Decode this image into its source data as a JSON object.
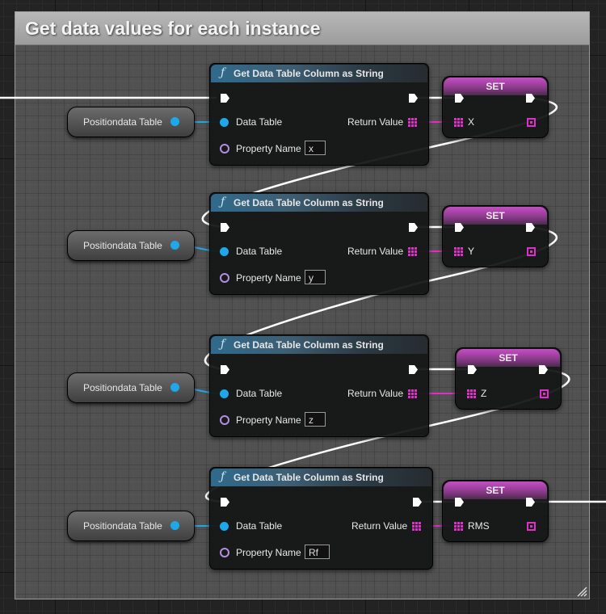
{
  "comment": {
    "title": "Get data values for each instance"
  },
  "nodes": [
    {
      "title": "Get Data Table Column as String",
      "data_table_label": "Data Table",
      "property_name_label": "Property Name",
      "property_value": "x",
      "return_label": "Return Value"
    },
    {
      "title": "Get Data Table Column as String",
      "data_table_label": "Data Table",
      "property_name_label": "Property Name",
      "property_value": "y",
      "return_label": "Return Value"
    },
    {
      "title": "Get Data Table Column as String",
      "data_table_label": "Data Table",
      "property_name_label": "Property Name",
      "property_value": "z",
      "return_label": "Return Value"
    },
    {
      "title": "Get Data Table Column as String",
      "data_table_label": "Data Table",
      "property_name_label": "Property Name",
      "property_value": "Rf",
      "return_label": "Return Value"
    }
  ],
  "variables": [
    {
      "label": "Positiondata Table"
    },
    {
      "label": "Positiondata Table"
    },
    {
      "label": "Positiondata Table"
    },
    {
      "label": "Positiondata Table"
    }
  ],
  "set_nodes": [
    {
      "title": "SET",
      "var": "X"
    },
    {
      "title": "SET",
      "var": "Y"
    },
    {
      "title": "SET",
      "var": "Z"
    },
    {
      "title": "SET",
      "var": "RMS"
    }
  ],
  "colors": {
    "exec_wire": "#ffffff",
    "table_wire": "#1ea7ea",
    "string_wire": "#e02ec9",
    "set_header": "#b24bb2",
    "function_header": "#2f6a8c"
  }
}
